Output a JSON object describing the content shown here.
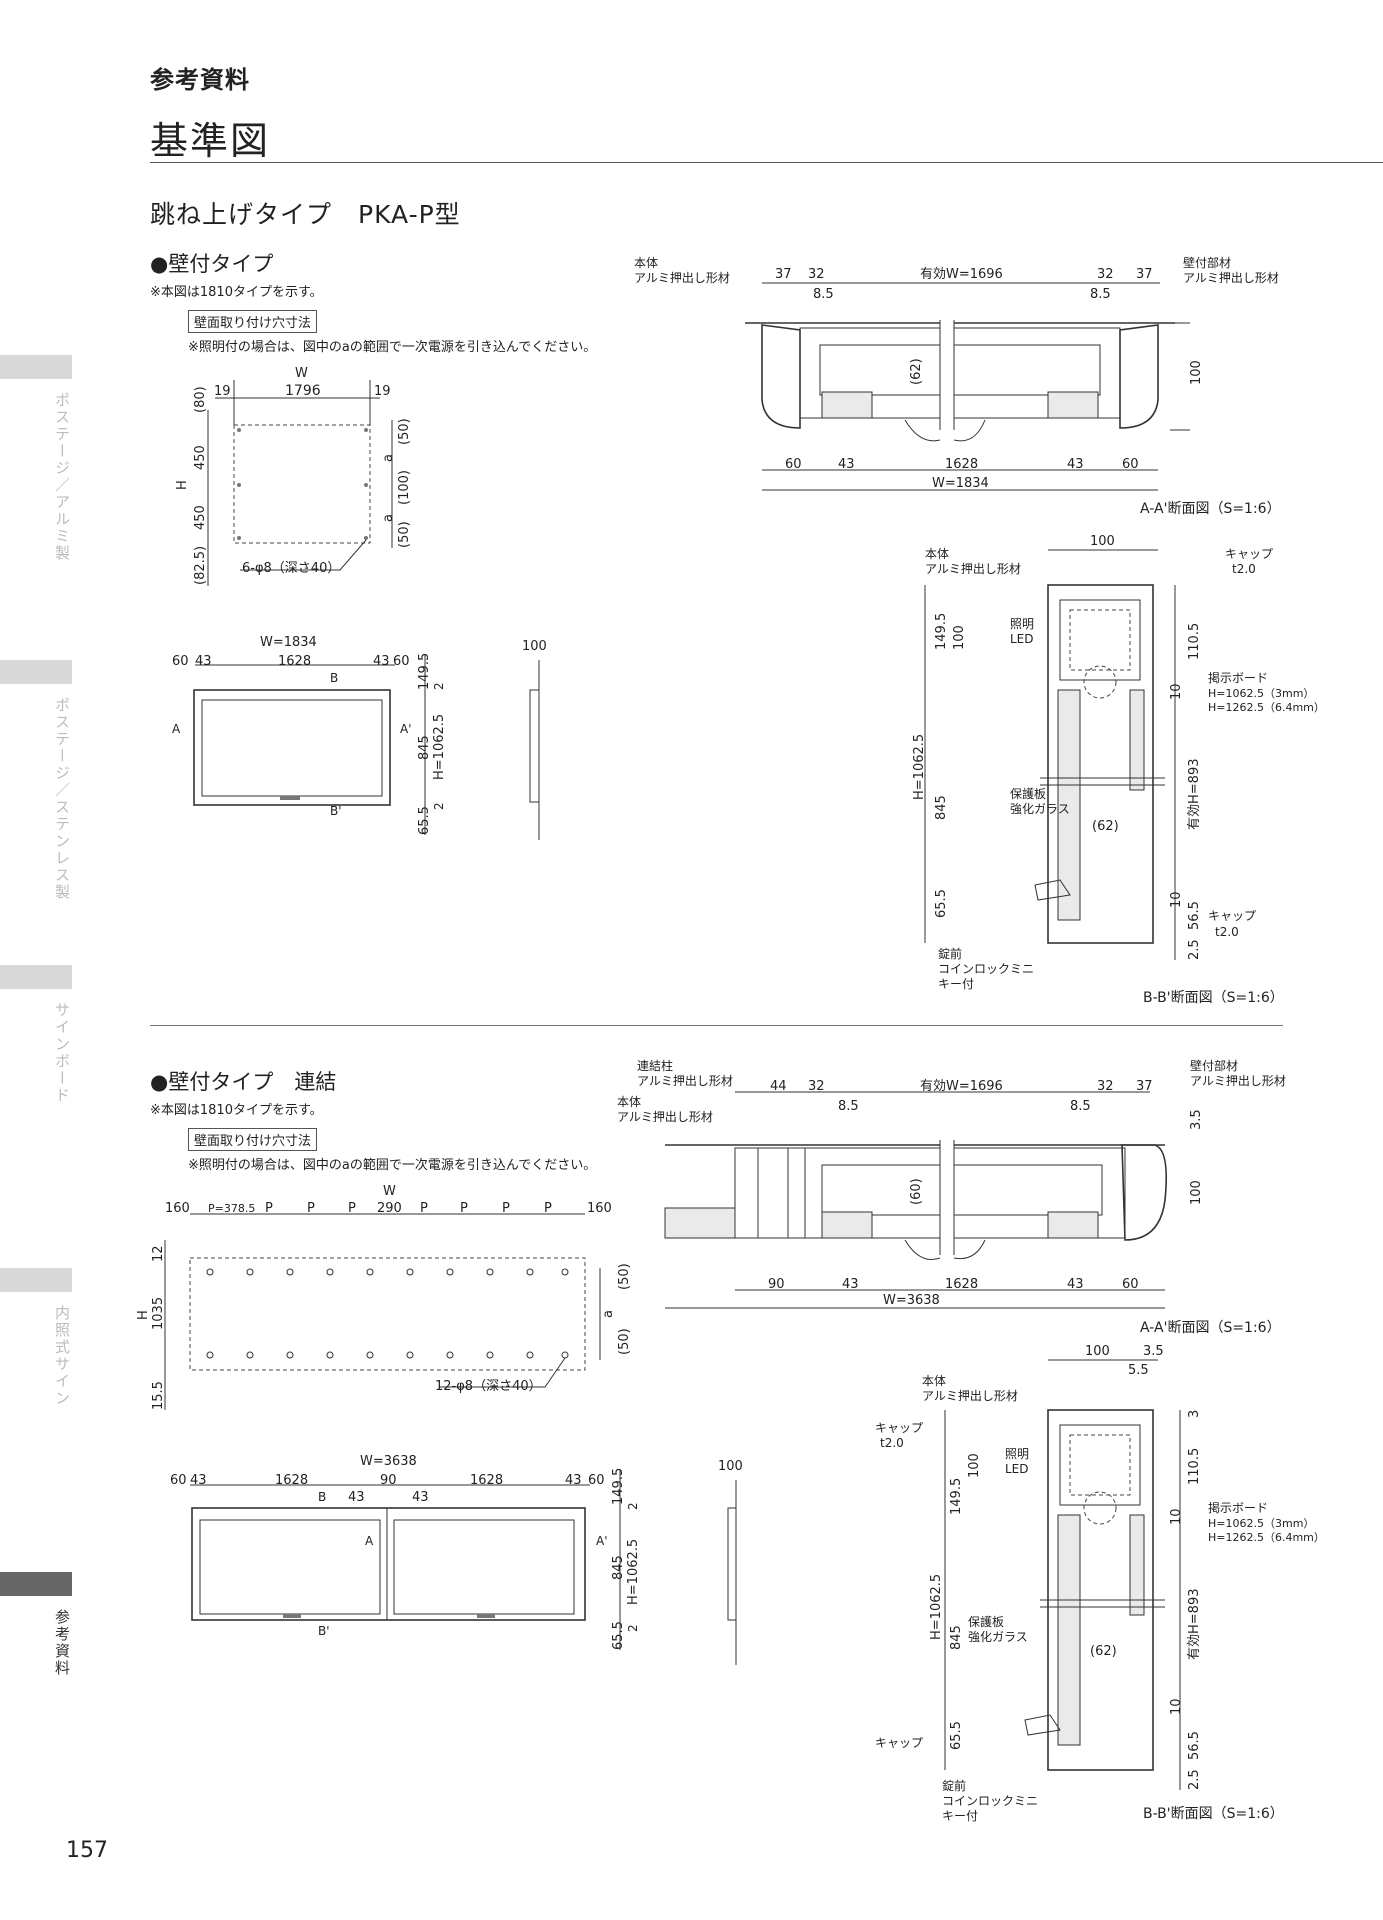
{
  "header": {
    "small": "参考資料",
    "big": "基準図"
  },
  "subtitle": "跳ね上げタイプ　PKA-P型",
  "sidebar": [
    {
      "label": "ポステージ／アルミ製",
      "active": false
    },
    {
      "label": "ポステージ／ステンレス製",
      "active": false
    },
    {
      "label": "サインボード",
      "active": false
    },
    {
      "label": "内照式サイン",
      "active": false
    },
    {
      "label": "参考資料",
      "active": true
    }
  ],
  "page_number": "157",
  "s1": {
    "title": "●壁付タイプ",
    "note": "※本図は1810タイプを示す。",
    "tag": "壁面取り付け穴寸法",
    "note2": "※照明付の場合は、図中のaの範囲で一次電源を引き込んでください。",
    "mount": {
      "W": "W",
      "d19a": "19",
      "d1796": "1796",
      "d19b": "19",
      "d80": "(80)",
      "H": "H",
      "d450a": "450",
      "d450b": "450",
      "d825": "(82.5)",
      "d50a": "(50)",
      "a1": "a",
      "d100": "(100)",
      "a2": "a",
      "d50b": "(50)",
      "hole": "6-φ8（深さ40）"
    },
    "front": {
      "W": "W=1834",
      "d60": "60",
      "d43a": "43",
      "d1628": "1628",
      "d43b": "43",
      "d60b": "60",
      "B": "B",
      "Bp": "B'",
      "A": "A",
      "Ap": "A'",
      "d1495": "149.5",
      "d2a": "2",
      "d845": "845",
      "H": "H=1062.5",
      "d655": "65.5",
      "d2b": "2"
    },
    "side": {
      "d100": "100"
    },
    "aa": {
      "body": "本体",
      "body2": "アルミ押出し形材",
      "wall": "壁付部材",
      "wall2": "アルミ押出し形材",
      "d37a": "37",
      "d32a": "32",
      "eff": "有効W=1696",
      "d32b": "32",
      "d37b": "37",
      "d85a": "8.5",
      "d85b": "8.5",
      "d62": "(62)",
      "d100": "100",
      "d60a": "60",
      "d43a": "43",
      "d1628": "1628",
      "d43b": "43",
      "d60b": "60",
      "W": "W=1834",
      "caption": "A-A'断面図（S=1:6）"
    },
    "bb": {
      "d100": "100",
      "body": "本体",
      "body2": "アルミ押出し形材",
      "cap": "キャップ",
      "cap2": "t2.0",
      "light": "照明",
      "led": "LED",
      "d100v": "100",
      "d1495": "149.5",
      "d1105": "110.5",
      "d10a": "10",
      "board": "掲示ボード",
      "board2": "H=1062.5（3mm）",
      "board3": "H=1262.5（6.4mm）",
      "H": "H=1062.5",
      "d845": "845",
      "effH": "有効H=893",
      "prot": "保護板",
      "prot2": "強化ガラス",
      "d62": "(62)",
      "d655": "65.5",
      "d10b": "10",
      "d565": "56.5",
      "capb": "キャップ",
      "capb2": "t2.0",
      "d25": "2.5",
      "lock": "錠前",
      "lock2": "コインロックミニ",
      "lock3": "キー付",
      "caption": "B-B'断面図（S=1:6）"
    }
  },
  "s2": {
    "title": "●壁付タイプ　連結",
    "note": "※本図は1810タイプを示す。",
    "tag": "壁面取り付け穴寸法",
    "note2": "※照明付の場合は、図中のaの範囲で一次電源を引き込んでください。",
    "mount": {
      "W": "W",
      "d160a": "160",
      "p0": "P=378.5",
      "p1": "P",
      "p2": "P",
      "p3": "P",
      "d290": "290",
      "p4": "P",
      "p5": "P",
      "p6": "P",
      "p7": "P",
      "d160b": "160",
      "d12": "12",
      "H": "H",
      "d1035": "1035",
      "d155": "15.5",
      "d50a": "(50)",
      "a": "a",
      "d50b": "(50)",
      "hole": "12-φ8（深さ40）"
    },
    "front": {
      "W": "W=3638",
      "d60": "60",
      "d43a": "43",
      "d1628a": "1628",
      "d90": "90",
      "d1628b": "1628",
      "d43b": "43",
      "d60b": "60",
      "B": "B",
      "d43c": "43",
      "d43d": "43",
      "A": "A",
      "Ap": "A'",
      "Bp": "B'",
      "d1495": "149.5",
      "d2a": "2",
      "d845": "845",
      "H": "H=1062.5",
      "d655": "65.5",
      "d2b": "2"
    },
    "side": {
      "d100": "100"
    },
    "aa": {
      "post": "連結柱",
      "post2": "アルミ押出し形材",
      "body": "本体",
      "body2": "アルミ押出し形材",
      "wall": "壁付部材",
      "wall2": "アルミ押出し形材",
      "d44": "44",
      "d32a": "32",
      "eff": "有効W=1696",
      "d32b": "32",
      "d37": "37",
      "d85a": "8.5",
      "d85b": "8.5",
      "d62": "(60)",
      "d35": "3.5",
      "d100": "100",
      "d90": "90",
      "d43a": "43",
      "d1628": "1628",
      "d43b": "43",
      "d60": "60",
      "W": "W=3638",
      "caption": "A-A'断面図（S=1:6）"
    },
    "bb": {
      "d100": "100",
      "d35": "3.5",
      "d55": "5.5",
      "body": "本体",
      "body2": "アルミ押出し形材",
      "cap": "キャップ",
      "cap2": "t2.0",
      "d3": "3",
      "light": "照明",
      "led": "LED",
      "d100v": "100",
      "d1495": "149.5",
      "d1105": "110.5",
      "d10a": "10",
      "board": "掲示ボード",
      "board2": "H=1062.5（3mm）",
      "board3": "H=1262.5（6.4mm）",
      "H": "H=1062.5",
      "d845": "845",
      "effH": "有効H=893",
      "prot": "保護板",
      "prot2": "強化ガラス",
      "d62": "(62)",
      "d655": "65.5",
      "d10b": "10",
      "d565": "56.5",
      "capb": "キャップ",
      "d25": "2.5",
      "lock": "錠前",
      "lock2": "コインロックミニ",
      "lock3": "キー付",
      "caption": "B-B'断面図（S=1:6）"
    }
  }
}
